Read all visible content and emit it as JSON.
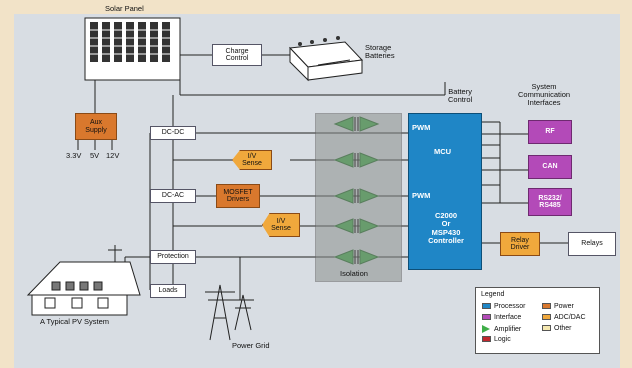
{
  "labels": {
    "solar_panel": "Solar Panel",
    "storage_batteries": "Storage\nBatteries",
    "battery_control": "Battery\nControl",
    "system_comm": "System\nCommunication\nInterfaces",
    "aux_supply": "Aux\nSupply",
    "v33": "3.3V",
    "v5": "5V",
    "v12": "12V",
    "typical_pv": "A Typical PV System",
    "power_grid": "Power Grid",
    "isolation": "Isolation"
  },
  "boxes": {
    "charge_control": "Charge\nControl",
    "dc_dc": "DC-DC",
    "dc_ac": "DC-AC",
    "protection": "Protection",
    "loads": "Loads",
    "iv_sense_1": "I/V\nSense",
    "mosfet_drivers": "MOSFET\nDrivers",
    "iv_sense_2": "I/V\nSense",
    "rf": "RF",
    "can": "CAN",
    "rs": "RS232/\nRS485",
    "relay_driver": "Relay\nDriver",
    "relays": "Relays"
  },
  "mcu": {
    "pwm_top": "PWM",
    "mcu": "MCU",
    "pwm_mid": "PWM",
    "controller": "C2000\nOr\nMSP430\nController"
  },
  "legend": {
    "title": "Legend",
    "items": [
      {
        "label": "Processor",
        "color": "#1f86c6"
      },
      {
        "label": "Interface",
        "color": "#b34ab8"
      },
      {
        "label": "Amplifier",
        "color": "#3fae49"
      },
      {
        "label": "Logic",
        "color": "#c0272d"
      },
      {
        "label": "Power",
        "color": "#d9782d"
      },
      {
        "label": "ADC/DAC",
        "color": "#f0a83c"
      },
      {
        "label": "Other",
        "color": "#f5e8b0"
      }
    ]
  },
  "colors": {
    "processor": "#1f86c6",
    "interface": "#b34ab8",
    "amplifier": "#3fae49",
    "power": "#d9782d",
    "adc": "#f0a83c"
  }
}
